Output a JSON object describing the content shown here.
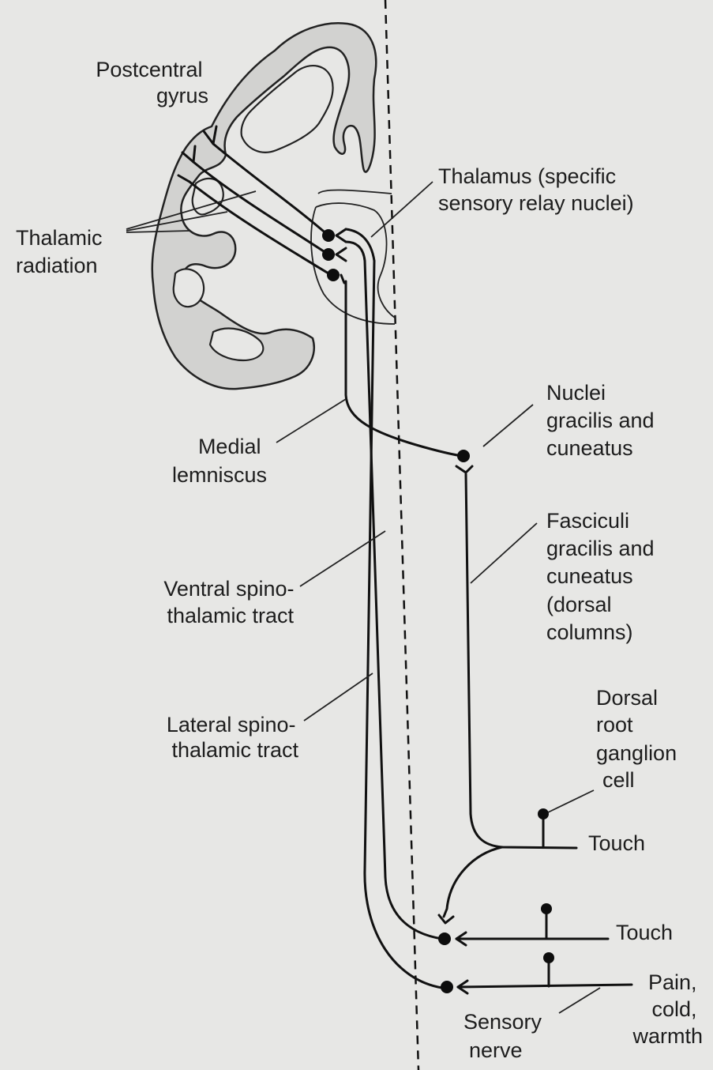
{
  "labels": {
    "postcentral_gyrus": [
      "Postcentral",
      "gyrus"
    ],
    "thalamus": [
      "Thalamus (specific",
      "sensory relay nuclei)"
    ],
    "thalamic_radiation": [
      "Thalamic",
      "radiation"
    ],
    "nuclei_gracilis": [
      "Nuclei",
      "gracilis and",
      "cuneatus"
    ],
    "medial_lemniscus": [
      "Medial",
      "lemniscus"
    ],
    "fasciculi": [
      "Fasciculi",
      "gracilis and",
      "cuneatus",
      "(dorsal",
      "columns)"
    ],
    "ventral_spinothalamic": [
      "Ventral spino-",
      "thalamic tract"
    ],
    "lateral_spinothalamic": [
      "Lateral spino-",
      "thalamic tract"
    ],
    "drg_cell": [
      "Dorsal",
      "root",
      "ganglion",
      "cell"
    ],
    "touch_1": "Touch",
    "touch_2": "Touch",
    "pain": [
      "Pain,",
      "cold,",
      "warmth"
    ],
    "sensory_nerve": [
      "Sensory",
      "nerve"
    ]
  }
}
